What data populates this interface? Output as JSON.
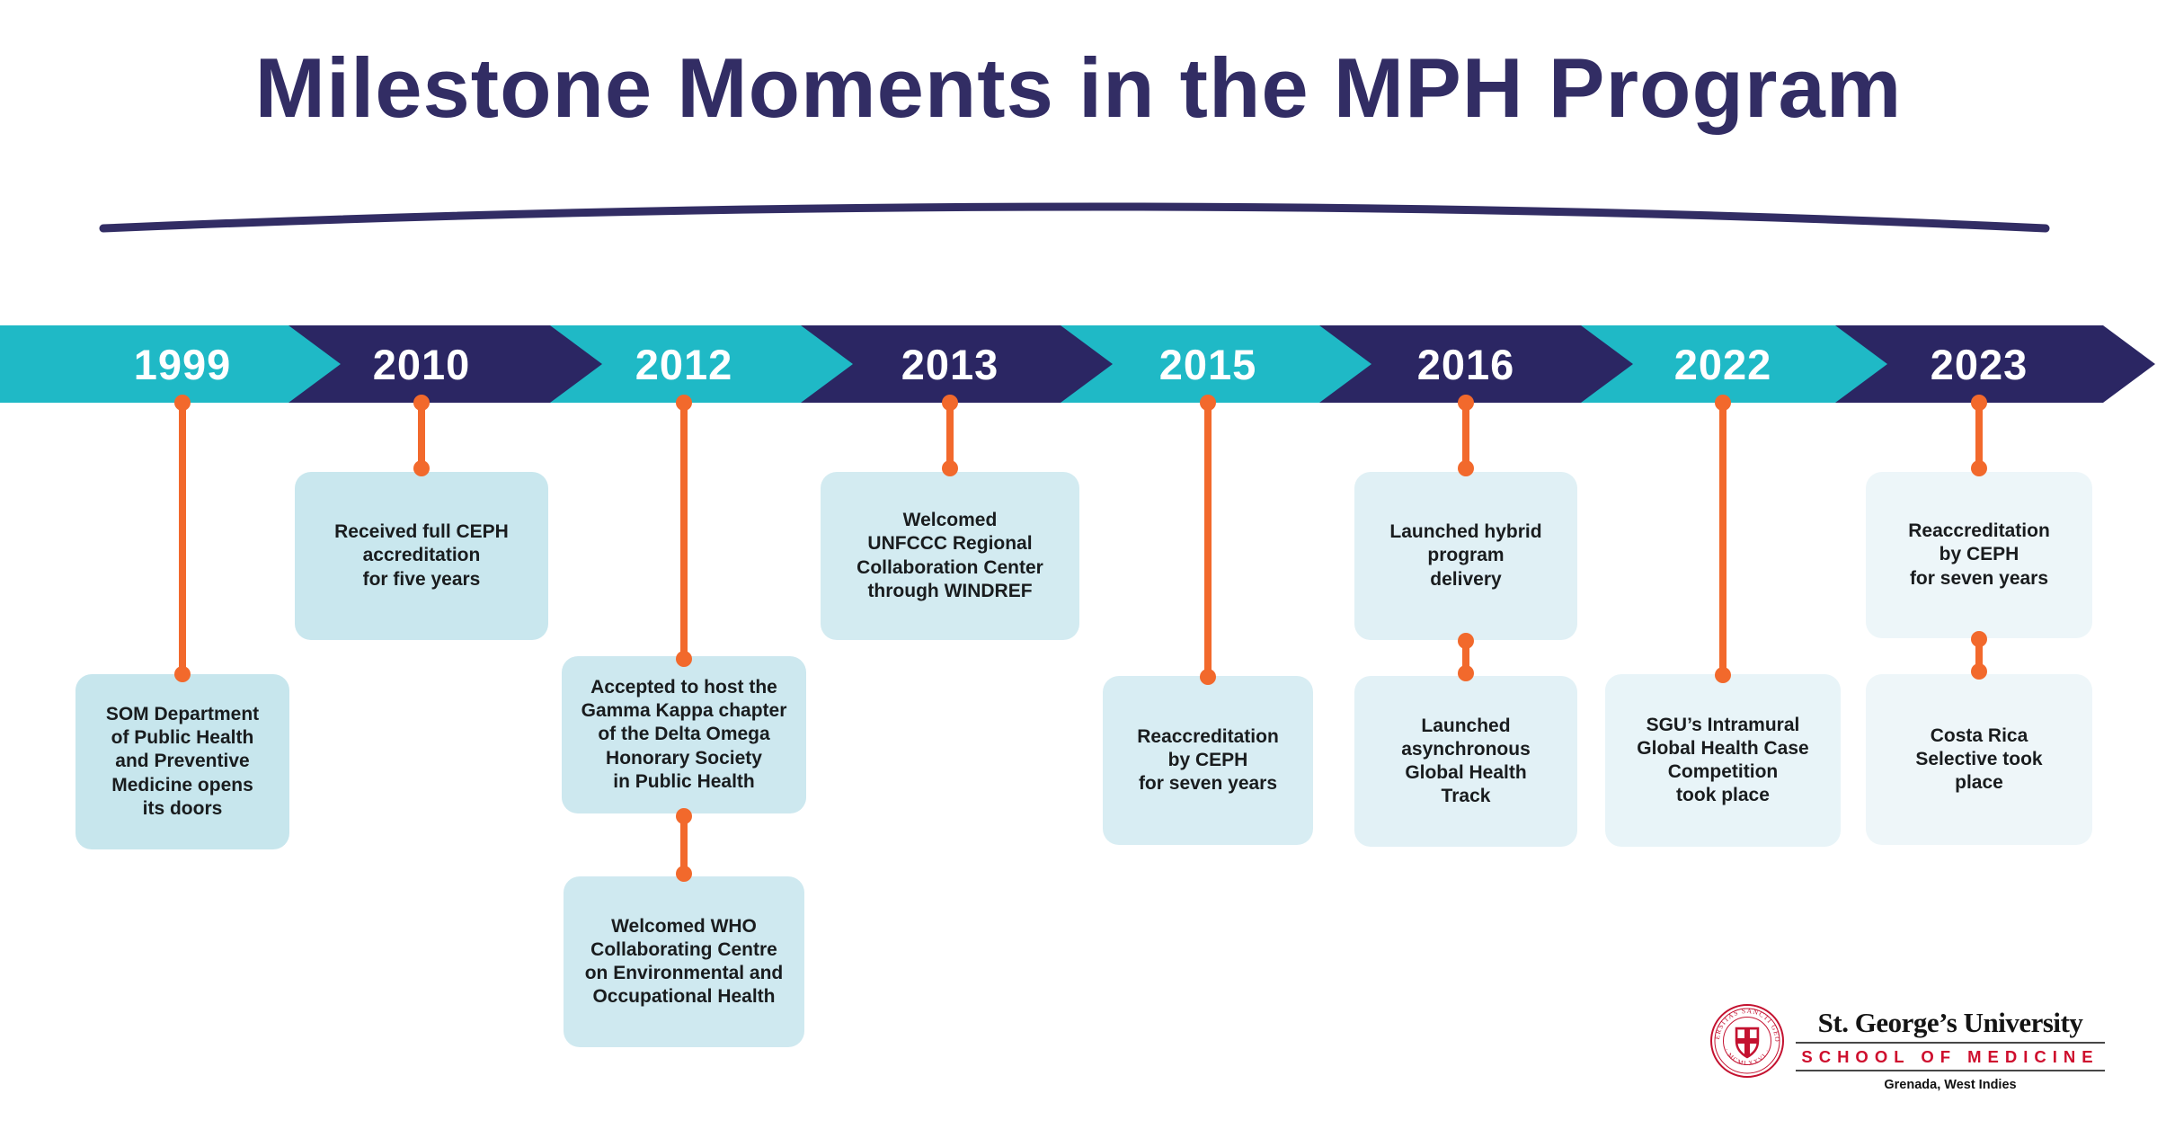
{
  "title": "Milestone Moments in the MPH Program",
  "colors": {
    "teal": "#1FB9C6",
    "navy": "#2B2663",
    "title_navy": "#322D64",
    "orange": "#F2692C",
    "text_dark": "#191C1E",
    "logo_red": "#CE0E2D",
    "seal_red": "#C41230"
  },
  "milestones": [
    {
      "year": "1999",
      "boxes": [
        {
          "text": "SOM Department\nof Public Health\nand Preventive\nMedicine opens\nits doors",
          "bg": "#C7E6ED"
        }
      ]
    },
    {
      "year": "2010",
      "boxes": [
        {
          "text": "Received full CEPH\naccreditation\nfor five years",
          "bg": "#C9E7EE"
        }
      ]
    },
    {
      "year": "2012",
      "boxes": [
        {
          "text": "Accepted to host the\nGamma Kappa chapter\nof the Delta Omega\nHonorary Society\nin Public Health",
          "bg": "#CDE8EF"
        },
        {
          "text": "Welcomed WHO\nCollaborating Centre\non Environmental and\nOccupational Health",
          "bg": "#CFE9F0"
        }
      ]
    },
    {
      "year": "2013",
      "boxes": [
        {
          "text": "Welcomed\nUNFCCC Regional\nCollaboration Center\nthrough WINDREF",
          "bg": "#D3EBF1"
        }
      ]
    },
    {
      "year": "2015",
      "boxes": [
        {
          "text": "Reaccreditation\nby CEPH\nfor seven years",
          "bg": "#D8EDF3"
        }
      ]
    },
    {
      "year": "2016",
      "boxes": [
        {
          "text": "Launched hybrid\nprogram\ndelivery",
          "bg": "#E0F0F5"
        },
        {
          "text": "Launched\nasynchronous\nGlobal Health\nTrack",
          "bg": "#E2F1F6"
        }
      ]
    },
    {
      "year": "2022",
      "boxes": [
        {
          "text": "SGU’s Intramural\nGlobal Health Case\nCompetition\ntook place",
          "bg": "#E8F4F8"
        }
      ]
    },
    {
      "year": "2023",
      "boxes": [
        {
          "text": "Reaccreditation\nby CEPH\nfor seven years",
          "bg": "#EDF6F9"
        },
        {
          "text": "Costa Rica\nSelective took\nplace",
          "bg": "#EEF6F9"
        }
      ]
    }
  ],
  "logo": {
    "line1": "St. George’s University",
    "line2": "SCHOOL OF MEDICINE",
    "line3": "Grenada, West Indies",
    "seal_top": "UNIVERSITAS SANCTI GEORGII",
    "seal_bottom": "· MCMLXXVI ·"
  }
}
